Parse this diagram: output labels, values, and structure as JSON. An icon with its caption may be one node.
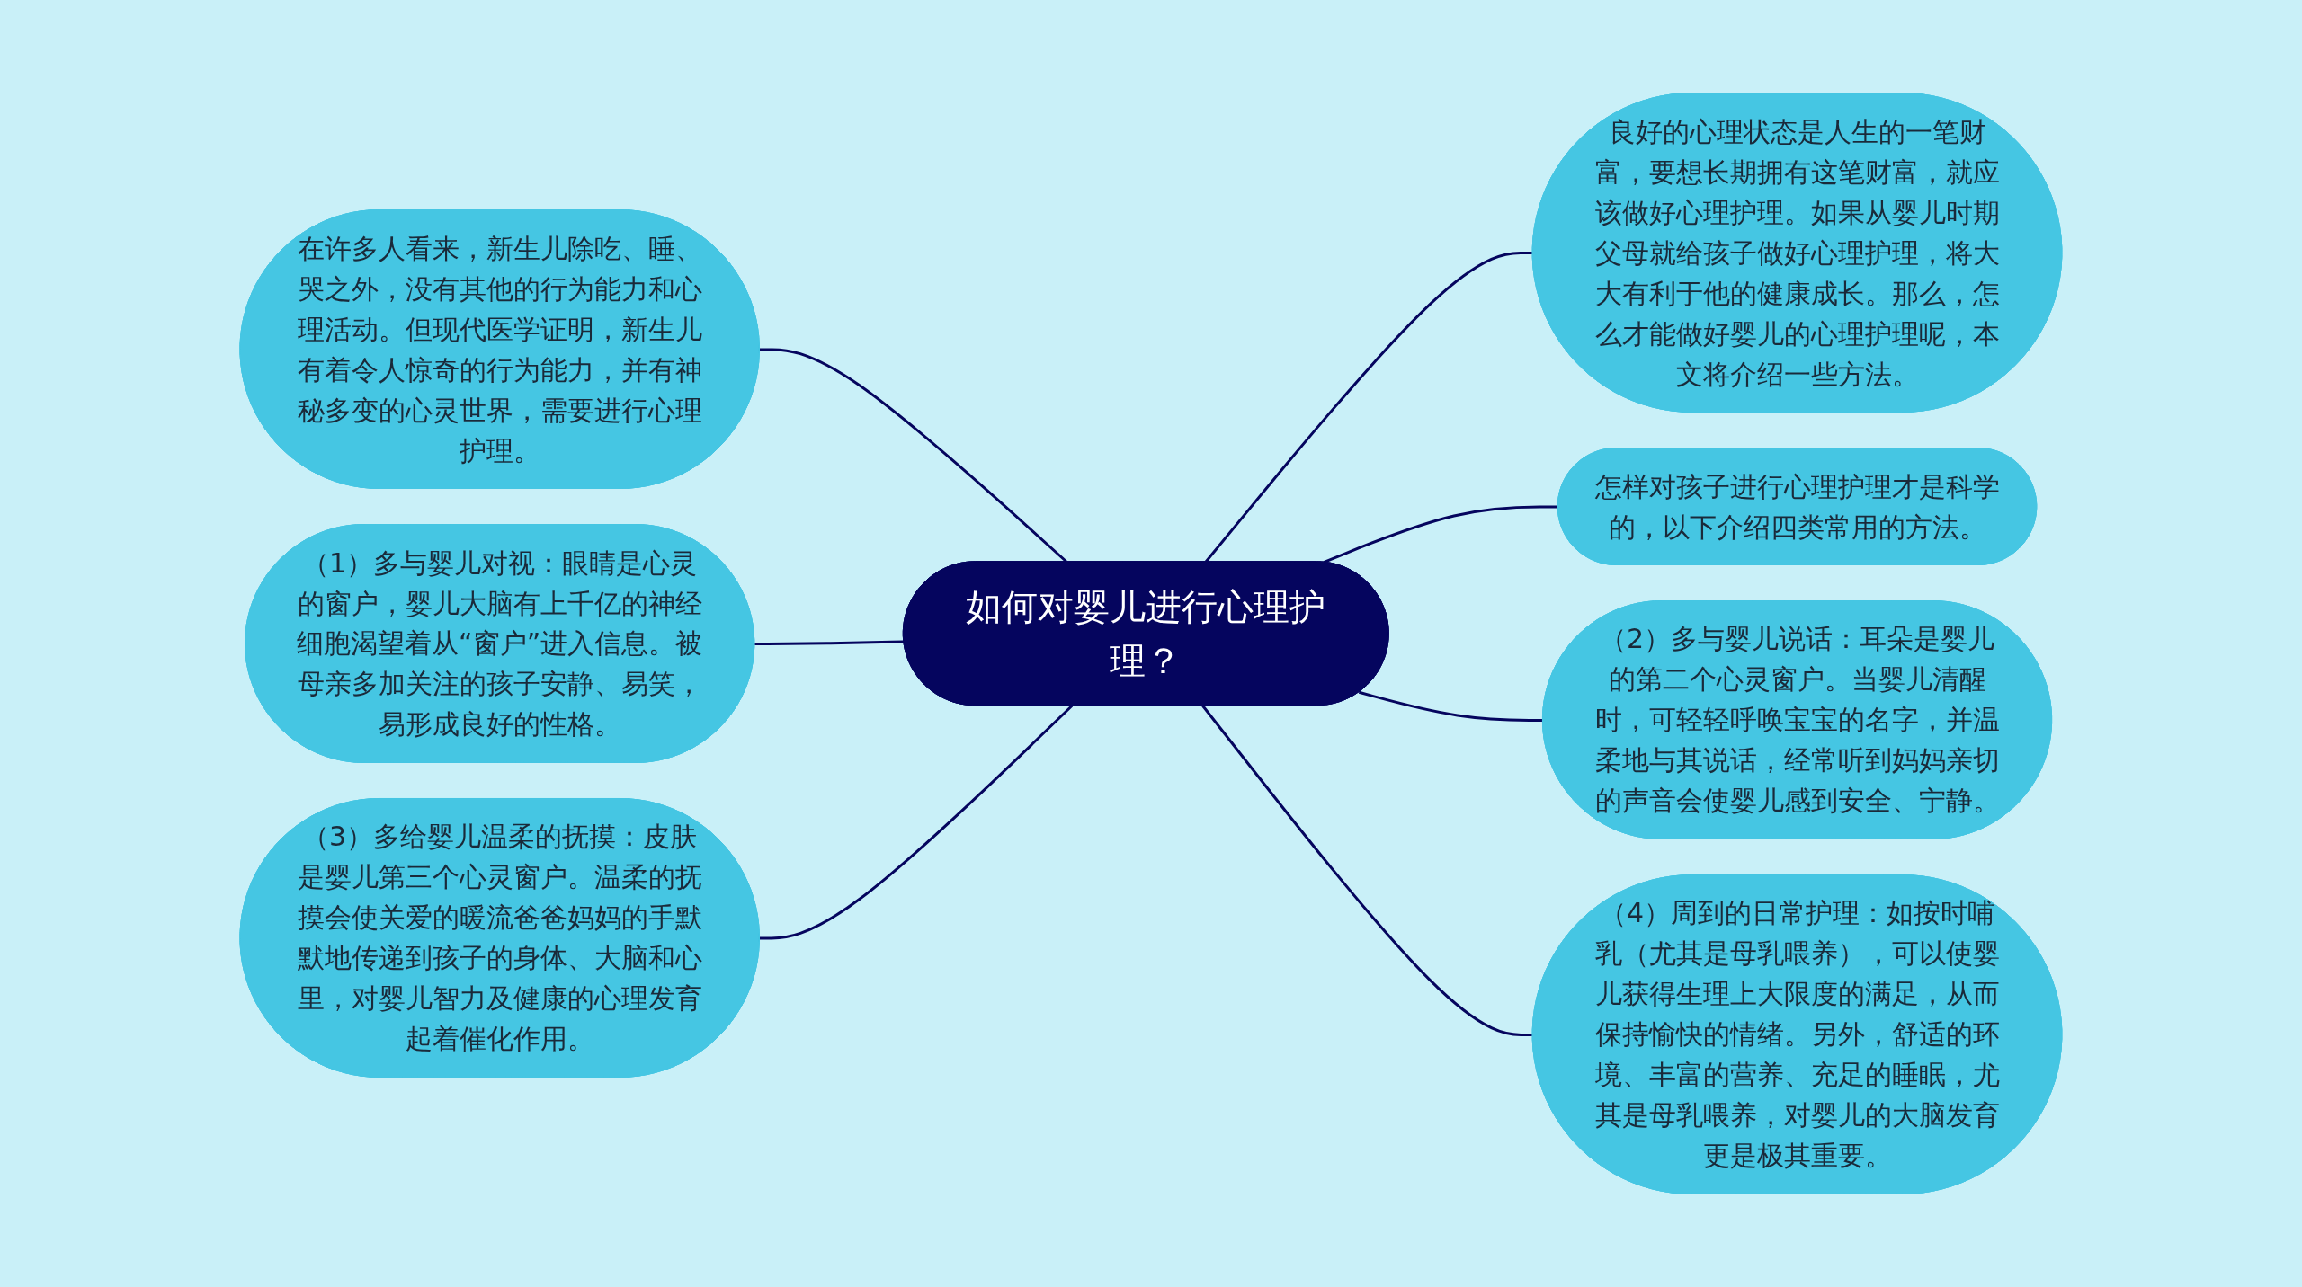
{
  "diagram": {
    "nodes": [
      {
        "text": [
          "如何对婴儿进行心理护理？"
        ]
      },
      {
        "text": [
          "在许多人看来，新生儿除吃、睡、哭之外，没有其他的行为能力和心理活动。但现代医学证明，新生儿有着令人惊奇的行为能力，并有神秘多变的心灵世界，需要进行心理护理。"
        ]
      },
      {
        "text": [
          "（1）多与婴儿对视：眼睛是心灵的窗户，婴儿大脑有上千亿的神经细胞渴望着从“窗户”进入信息。被母亲多加关注的孩子安静、易笑，易形成良好的性格。"
        ]
      },
      {
        "text": [
          "（3）多给婴儿温柔的抚摸：皮肤是婴儿第三个心灵窗户。温柔的抚摸会使关爱的暖流爸爸妈妈的手默默地传递到孩子的身体、大脑和心里，对婴儿智力及健康的心理发育起着催化作用。"
        ]
      },
      {
        "text": [
          "良好的心理状态是人生的一笔财富，要想长期拥有这笔财富，就应该做好心理护理。如果从婴儿时期父母就给孩子做好心理护理，将大大有利于他的健康成长。那么，怎么才能做好婴儿的心理护理呢，本文将介绍一些方法。"
        ]
      },
      {
        "text": [
          "怎样对孩子进行心理护理才是科学的，以下介绍四类常用的方法。"
        ]
      },
      {
        "text": [
          "（2）多与婴儿说话：耳朵是婴儿的第二个心灵窗户。当婴儿清醒时，可轻轻呼唤宝宝的名字，并温柔地与其说话，经常听到妈妈亲切的声音会使婴儿感到安全、宁静。"
        ]
      },
      {
        "text": [
          "（4）周到的日常护理：如按时哺乳（尤其是母乳喂养），可以使婴儿获得生理上大限度的满足，从而保持愉快的情绪。另外，舒适的环境、丰富的营养、充足的睡眠，尤其是母乳喂养，对婴儿的大脑发育更是极其重要。"
        ]
      }
    ],
    "edges": [
      {
        "from": 1,
        "to": 0,
        "arrow": "none"
      },
      {
        "from": 2,
        "to": 0,
        "arrow": "none"
      },
      {
        "from": 3,
        "to": 0,
        "arrow": "none"
      },
      {
        "from": 0,
        "to": 4,
        "arrow": "none"
      },
      {
        "from": 0,
        "to": 5,
        "arrow": "none"
      },
      {
        "from": 0,
        "to": 6,
        "arrow": "none"
      },
      {
        "from": 0,
        "to": 7,
        "arrow": "none"
      }
    ]
  }
}
